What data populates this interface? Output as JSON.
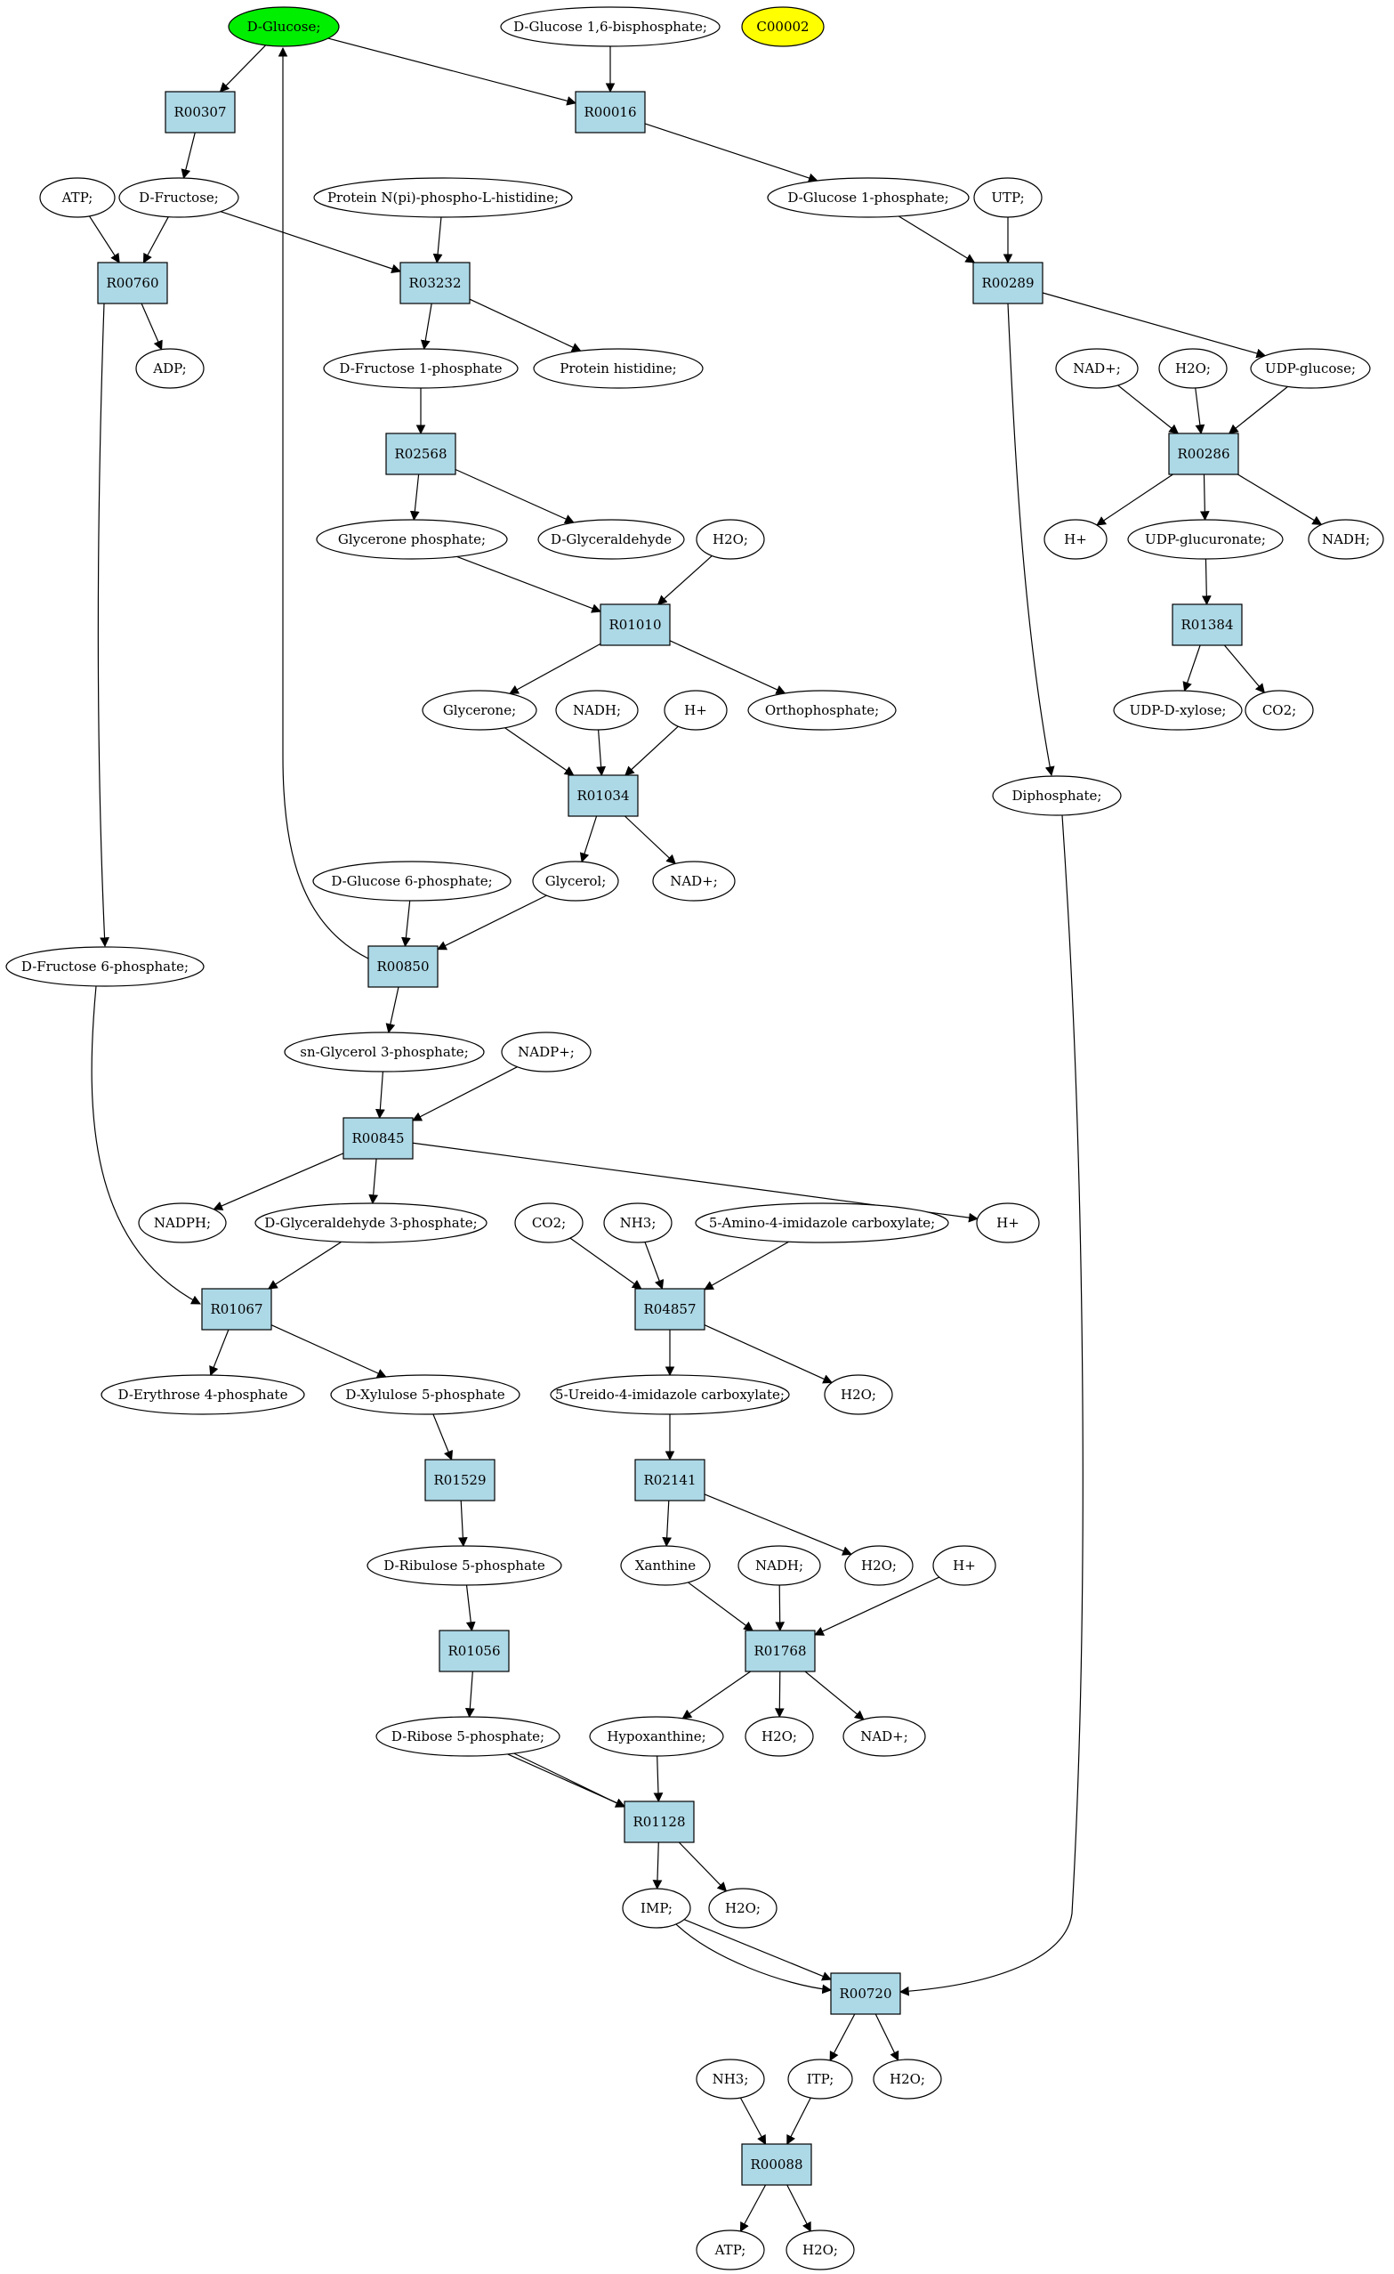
{
  "colors": {
    "reaction": "#add8e6",
    "compound": "#ffffff",
    "start": "#00ee00",
    "highlight": "#ffff00",
    "stroke": "#000000"
  },
  "reactions": [
    "R00307",
    "R00016",
    "R00760",
    "R03232",
    "R00289",
    "R02568",
    "R00286",
    "R01010",
    "R01384",
    "R01034",
    "R00850",
    "R00845",
    "R01067",
    "R04857",
    "R01529",
    "R02141",
    "R01056",
    "R01768",
    "R01128",
    "R00720",
    "R00088"
  ],
  "compounds": [
    "D-Glucose;",
    "D-Glucose 1,6-bisphosphate;",
    "C00002",
    "ATP;",
    "D-Fructose;",
    "Protein N(pi)-phospho-L-histidine;",
    "D-Glucose 1-phosphate;",
    "UTP;",
    "ADP;",
    "D-Fructose 1-phosphate",
    "Protein histidine;",
    "NAD+;",
    "H2O;",
    "UDP-glucose;",
    "Glycerone phosphate;",
    "D-Glyceraldehyde",
    "H2O;",
    "H+",
    "UDP-glucuronate;",
    "NADH;",
    "Glycerone;",
    "NADH;",
    "H+",
    "Orthophosphate;",
    "UDP-D-xylose;",
    "CO2;",
    "Diphosphate;",
    "D-Glucose 6-phosphate;",
    "Glycerol;",
    "NAD+;",
    "D-Fructose 6-phosphate;",
    "sn-Glycerol 3-phosphate;",
    "NADP+;",
    "NADPH;",
    "D-Glyceraldehyde 3-phosphate;",
    "CO2;",
    "NH3;",
    "5-Amino-4-imidazole carboxylate;",
    "H+",
    "D-Erythrose 4-phosphate",
    "D-Xylulose 5-phosphate",
    "5-Ureido-4-imidazole carboxylate;",
    "H2O;",
    "D-Ribulose 5-phosphate",
    "Xanthine",
    "NADH;",
    "H2O;",
    "H+",
    "D-Ribose 5-phosphate;",
    "Hypoxanthine;",
    "H2O;",
    "NAD+;",
    "IMP;",
    "H2O;",
    "NH3;",
    "ITP;",
    "H2O;",
    "ATP;",
    "H2O;"
  ]
}
